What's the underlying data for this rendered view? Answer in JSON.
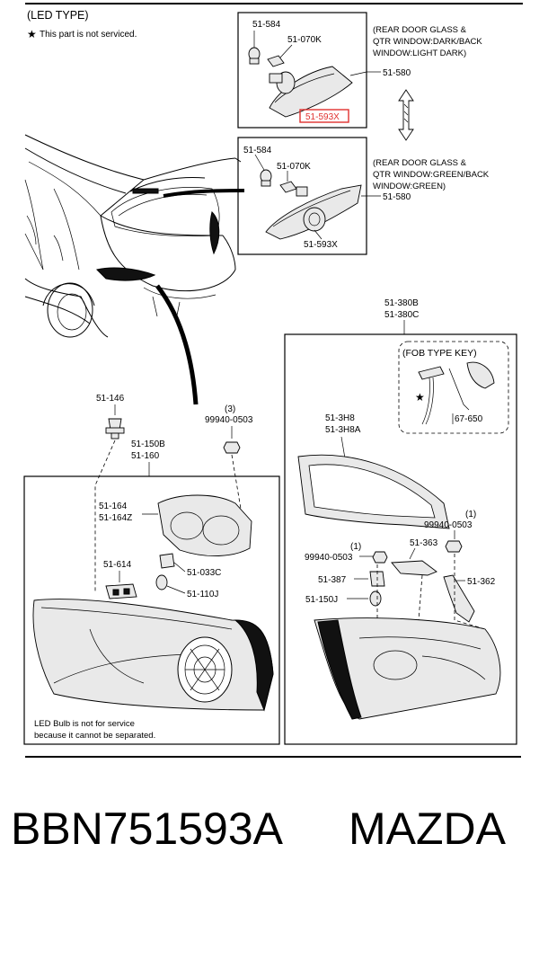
{
  "header": {
    "type_title": "(LED TYPE)",
    "legend_star": "★",
    "legend_text": "This part is not serviced."
  },
  "top_detail": {
    "bulb_label": "51-584",
    "socket_label": "51-070K",
    "lamp_label": "51-580",
    "lens_label": "51-593X",
    "note": [
      "(REAR DOOR GLASS &",
      "QTR WINDOW:DARK/BACK",
      "WINDOW:LIGHT DARK)"
    ]
  },
  "mid_detail": {
    "bulb_label": "51-584",
    "socket_label": "51-070K",
    "lamp_label": "51-580",
    "lens_label": "51-593X",
    "note": [
      "(REAR DOOR GLASS &",
      "QTR WINDOW:GREEN/BACK",
      "WINDOW:GREEN)"
    ]
  },
  "left_detail": {
    "clip_label": "51-146",
    "nut_label": "99940-0503",
    "nut_qty": "(3)",
    "assembly_label_1": "51-150B",
    "assembly_label_2": "51-160",
    "cover_label_1": "51-164",
    "cover_label_2": "51-164Z",
    "holder_label": "51-614",
    "socket_label": "51-033C",
    "bulb_label": "51-110J",
    "led_note": [
      "LED Bulb is not for service",
      "because it cannot be separated."
    ]
  },
  "right_detail": {
    "assembly_label_1": "51-380B",
    "assembly_label_2": "51-380C",
    "fob_title": "(FOB TYPE KEY)",
    "fob_star": "★",
    "fob_part": "67-650",
    "seal_label_1": "51-3H8",
    "seal_label_2": "51-3H8A",
    "nut_qty_top": "(1)",
    "nut_label_top": "99940-0503",
    "nut_qty_left": "(1)",
    "nut_label_left": "99940-0503",
    "bracket_label": "51-363",
    "socket_label": "51-387",
    "bracket_right_label": "51-362",
    "lamp_label": "51-150J"
  },
  "caption": {
    "part_number": "BBN751593A",
    "brand": "MAZDA"
  },
  "colors": {
    "highlight": "#e0312f",
    "ink": "#000000"
  }
}
